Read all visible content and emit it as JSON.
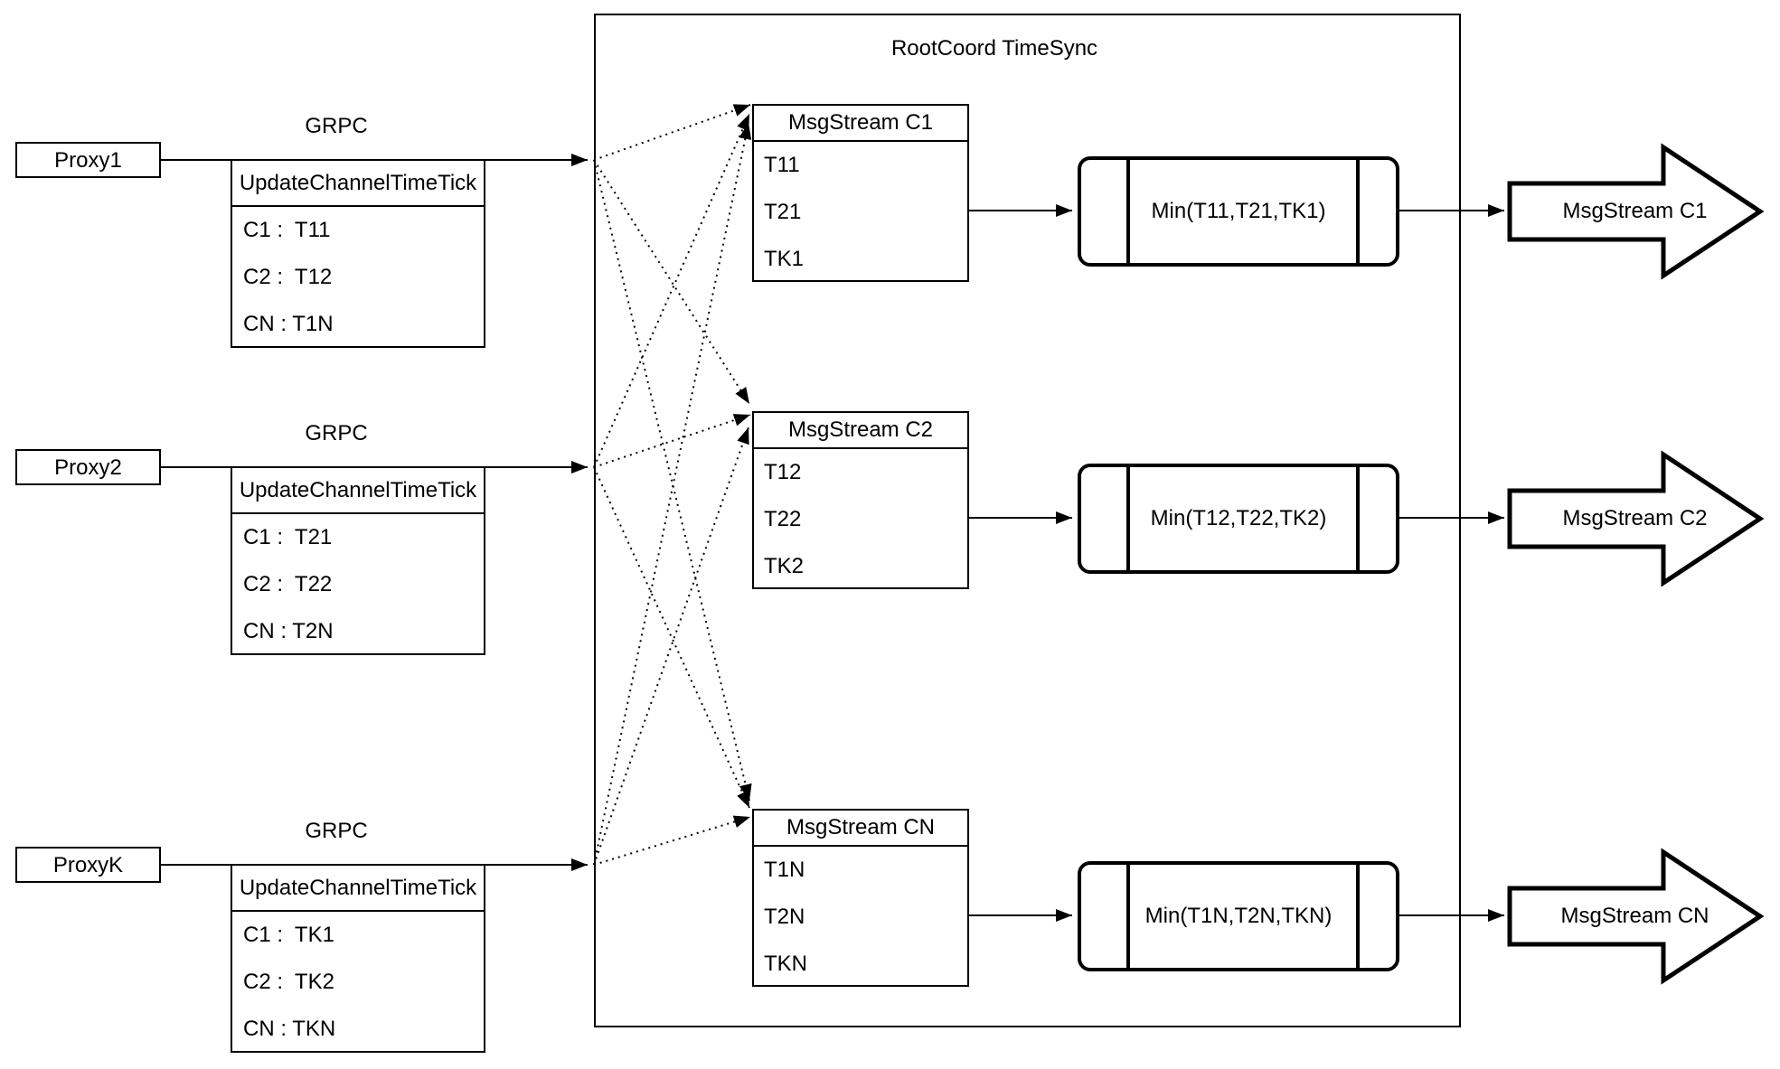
{
  "title": "RootCoord TimeSync",
  "colors": {
    "stroke": "#000000",
    "background": "#ffffff"
  },
  "rows": [
    {
      "proxy_label": "Proxy1",
      "protocol_label": "GRPC",
      "tick_table": {
        "header": "UpdateChannelTimeTick",
        "rows": [
          "C1 :  T11",
          "C2 :  T12",
          "CN : T1N"
        ]
      },
      "stream_table": {
        "header": "MsgStream C1",
        "rows": [
          "T11",
          "T21",
          "TK1"
        ]
      },
      "min_label": "Min(T11,T21,TK1)",
      "output_label": "MsgStream C1"
    },
    {
      "proxy_label": "Proxy2",
      "protocol_label": "GRPC",
      "tick_table": {
        "header": "UpdateChannelTimeTick",
        "rows": [
          "C1 :  T21",
          "C2 :  T22",
          "CN : T2N"
        ]
      },
      "stream_table": {
        "header": "MsgStream C2",
        "rows": [
          "T12",
          "T22",
          "TK2"
        ]
      },
      "min_label": "Min(T12,T22,TK2)",
      "output_label": "MsgStream C2"
    },
    {
      "proxy_label": "ProxyK",
      "protocol_label": "GRPC",
      "tick_table": {
        "header": "UpdateChannelTimeTick",
        "rows": [
          "C1 :  TK1",
          "C2 :  TK2",
          "CN : TKN"
        ]
      },
      "stream_table": {
        "header": "MsgStream CN",
        "rows": [
          "T1N",
          "T2N",
          "TKN"
        ]
      },
      "min_label": "Min(T1N,T2N,TKN)",
      "output_label": "MsgStream CN"
    }
  ]
}
